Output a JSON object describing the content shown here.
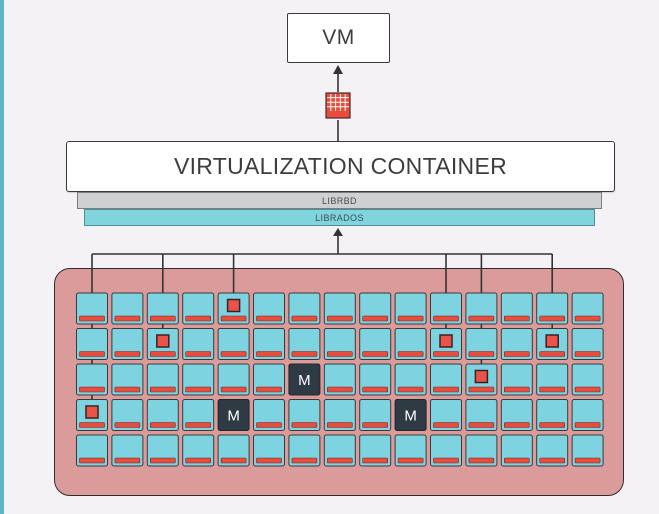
{
  "vm_label": "VM",
  "container_label": "VIRTUALIZATION CONTAINER",
  "librbd_label": "LIBRBD",
  "librados_label": "LIBRADOS",
  "monitor_label": "M",
  "icons": {
    "image_block": "grid-block-icon",
    "object": "object-square-icon",
    "disk": "osd-disk-icon",
    "monitor": "monitor-node-icon"
  },
  "colors": {
    "disk": "#7dd3df",
    "disk_bar": "#e74c3c",
    "cluster": "#db9b9b",
    "librados": "#7fd4de",
    "librbd": "#cfd0d2",
    "monitor": "#2f3b44"
  },
  "grid": {
    "rows": 5,
    "cols": 15,
    "monitors": [
      {
        "row": 2,
        "col": 6
      },
      {
        "row": 3,
        "col": 4
      },
      {
        "row": 3,
        "col": 9
      }
    ],
    "objects": [
      {
        "row": 0,
        "col": 4
      },
      {
        "row": 1,
        "col": 2
      },
      {
        "row": 1,
        "col": 10
      },
      {
        "row": 1,
        "col": 13
      },
      {
        "row": 2,
        "col": 11
      },
      {
        "row": 3,
        "col": 0
      }
    ]
  }
}
